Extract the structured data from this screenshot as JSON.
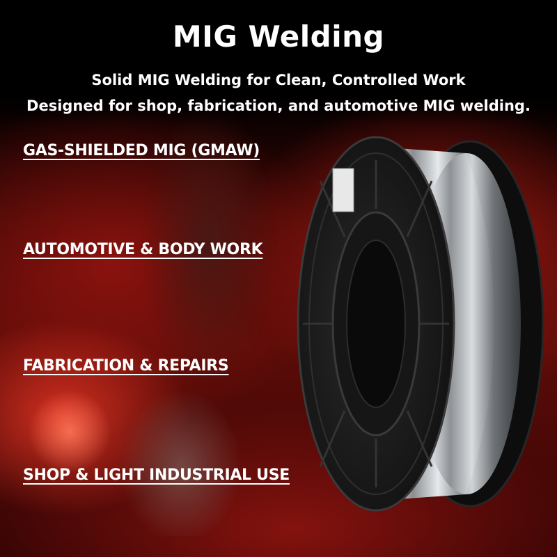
{
  "header": {
    "title": "MIG Welding",
    "subtitle_line1": "Solid MIG Welding for Clean, Controlled Work",
    "subtitle_line2": "Designed for shop, fabrication, and automotive MIG welding."
  },
  "features": [
    "GAS-SHIELDED MIG (GMAW)",
    "AUTOMOTIVE & BODY WORK",
    "FABRICATION & REPAIRS",
    "SHOP & LIGHT INDUSTRIAL USE"
  ],
  "colors": {
    "accent_red": "#c8201a",
    "text": "#ffffff",
    "spool_plastic": "#1a1a1a",
    "wire_silver": "#b8bcc0"
  },
  "icons": {
    "product": "wire-spool-icon"
  }
}
